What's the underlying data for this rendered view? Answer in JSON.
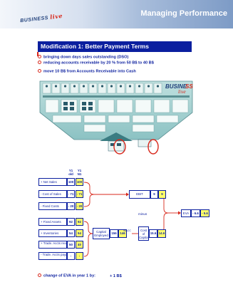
{
  "header": {
    "logo_text": "BUSINESS",
    "logo_script": "live",
    "title": "Managing Performance"
  },
  "slide": {
    "title": "Modification 1:  Better Payment Terms",
    "bullets": [
      "bringing down days sales outstanding (DSO)",
      "reducing accounts receivable  by 20 % from 50 B$ to 40 B$",
      "move 10 B$ from Accounts Receivable into Cash"
    ]
  },
  "table": {
    "col_old": "Y1 old",
    "col_new": "Y1 N1",
    "rows": [
      {
        "label": "+ Net Sales",
        "old": "100",
        "new": "100"
      },
      {
        "label": "- Cost of Sales",
        "old": "- 71",
        "new": "- 71"
      },
      {
        "label": "- Fixed Costs",
        "old": "- 20",
        "new": "- 20"
      },
      {
        "label": "+ Fixed Assets",
        "old": "92",
        "new": "92"
      },
      {
        "label": "+ Inventories",
        "old": "54",
        "new": "54"
      },
      {
        "label": "+ Trade. Accts receivable",
        "old": "50",
        "new": "40"
      },
      {
        "label": "- Trade. Accts payable",
        "old": "-",
        "new": "-"
      }
    ],
    "ebit": {
      "label": "EBIT",
      "old": "9",
      "new": "9"
    },
    "minus_label": "minus",
    "eva": {
      "label": "EVA",
      "old": "- 6.6",
      "new": "- 5.6"
    },
    "capital": {
      "label": "Capital Employed",
      "old": "156",
      "new": "146"
    },
    "wacc": "WACC",
    "cost_capital": {
      "label": "Cost of Capital",
      "old": "15.6",
      "new": "14.6"
    }
  },
  "change": {
    "label": "change of EVA in year 1 by:",
    "value": "+ 1 B$"
  },
  "colors": {
    "navy": "#0b1f9f",
    "yellow": "#ffff6a",
    "red": "#d8281c",
    "teal": "#5fa3a6"
  }
}
